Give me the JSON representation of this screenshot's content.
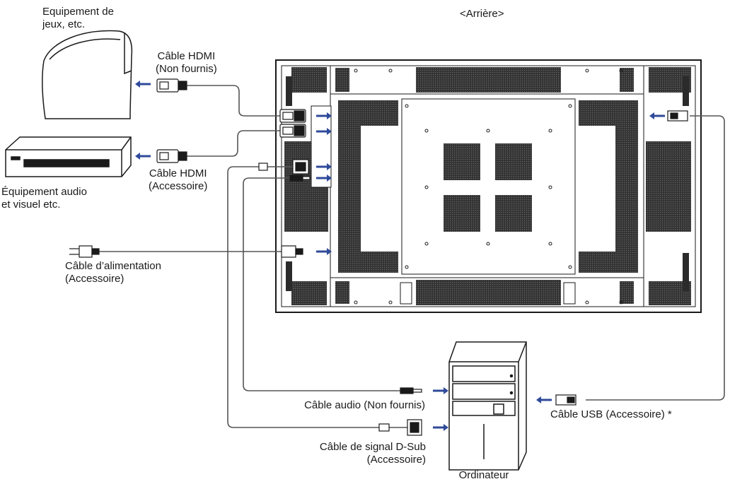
{
  "header": {
    "rear_label": "<Arrière>"
  },
  "devices": {
    "game": {
      "line1": "Equipement de",
      "line2": "jeux, etc."
    },
    "av": {
      "line1": "Équipement audio",
      "line2": "et visuel etc."
    },
    "computer": {
      "label": "Ordinateur"
    }
  },
  "cables": {
    "hdmi_top": {
      "line1": "Câble HDMI",
      "line2": "(Non fournis)"
    },
    "hdmi_bottom": {
      "line1": "Câble HDMI",
      "line2": "(Accessoire)"
    },
    "power": {
      "line1": "Câble d’alimentation",
      "line2": "(Accessoire)"
    },
    "audio": {
      "label": "Câble audio (Non fournis)"
    },
    "dsub": {
      "line1": "Câble de signal D-Sub",
      "line2": "(Accessoire)"
    },
    "usb": {
      "label": "Câble USB (Accessoire) *"
    }
  },
  "colors": {
    "arrow": "#2f4a9a",
    "line": "#1a1a1a",
    "vent": "#2b2b2b",
    "cable": "#555555"
  }
}
